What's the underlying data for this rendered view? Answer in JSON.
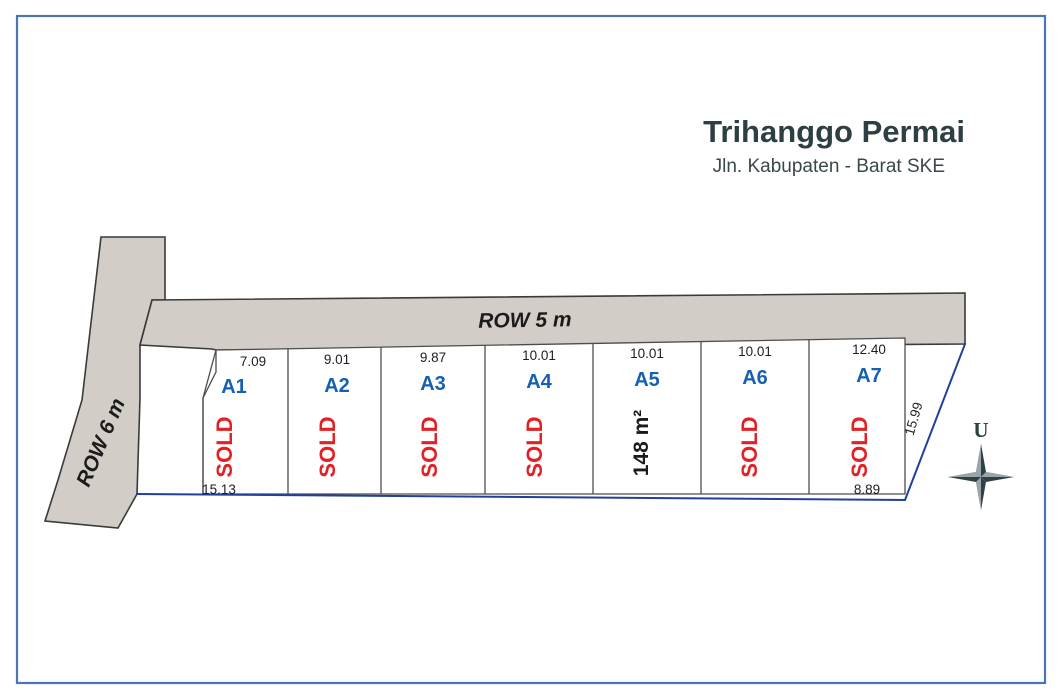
{
  "document": {
    "title": "Trihanggo Permai",
    "subtitle": "Jln. Kabupaten - Barat SKE",
    "border_color": "#4a77b4",
    "background_color": "#ffffff"
  },
  "legend_colors": {
    "plot_code": "#1560b0",
    "sold": "#e32125",
    "available_area": "#1b1b1b",
    "road_fill": "#d3cdc8",
    "boundary": "#20409a"
  },
  "roads": [
    {
      "name": "row-5m",
      "label": "ROW 5 m",
      "orientation": "horizontal"
    },
    {
      "name": "row-6m",
      "label": "ROW 6 m",
      "orientation": "diagonal"
    }
  ],
  "compass": {
    "label": "U",
    "icon": "compass-rose-icon"
  },
  "plots": [
    {
      "code": "A1",
      "frontage": "7.09",
      "status": "SOLD",
      "sold": true,
      "area": null
    },
    {
      "code": "A2",
      "frontage": "9.01",
      "status": "SOLD",
      "sold": true,
      "area": null
    },
    {
      "code": "A3",
      "frontage": "9.87",
      "status": "SOLD",
      "sold": true,
      "area": null
    },
    {
      "code": "A4",
      "frontage": "10.01",
      "status": "SOLD",
      "sold": true,
      "area": null
    },
    {
      "code": "A5",
      "frontage": "10.01",
      "status": "148 m²",
      "sold": false,
      "area": "148 m²"
    },
    {
      "code": "A6",
      "frontage": "10.01",
      "status": "SOLD",
      "sold": true,
      "area": null
    },
    {
      "code": "A7",
      "frontage": "12.40",
      "status": "SOLD",
      "sold": true,
      "area": null
    }
  ],
  "boundary_dimensions": [
    {
      "name": "left-depth",
      "value": "15.13"
    },
    {
      "name": "right-depth",
      "value": "15.99"
    },
    {
      "name": "rear-right",
      "value": "8.89"
    }
  ]
}
